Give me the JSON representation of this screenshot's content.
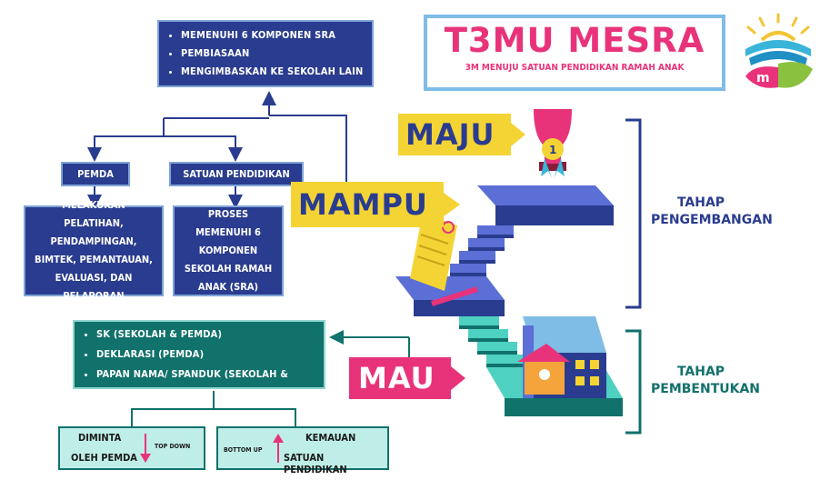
{
  "header": {
    "title": "T3MU MESRA",
    "subtitle": "3M MENUJU SATUAN PENDIDIKAN RAMAH ANAK"
  },
  "top_box": {
    "items": [
      "MEMENUHI 6 KOMPONEN SRA",
      "PEMBIASAAN",
      "MENGIMBASKAN KE SEKOLAH LAIN"
    ]
  },
  "pemda": {
    "label": "PEMDA",
    "detail": "MELAKUKAN PELATIHAN, PENDAMPINGAN, BIMTEK, PEMANTAUAN, EVALUASI, DAN PELAPORAN"
  },
  "satuan": {
    "label": "SATUAN PENDIDIKAN",
    "detail": "PROSES MEMENUHI 6 KOMPONEN SEKOLAH RAMAH ANAK (SRA)"
  },
  "stages": {
    "maju": "MAJU",
    "mampu": "MAMPU",
    "mau": "MAU"
  },
  "phases": {
    "pengembangan": "TAHAP PENGEMBANGAN",
    "pembentukan": "TAHAP PEMBENTUKAN"
  },
  "mau_box": {
    "items": [
      "SK (SEKOLAH & PEMDA)",
      "DEKLARASI (PEMDA)",
      "PAPAN NAMA/ SPANDUK (SEKOLAH & PEMDA)"
    ]
  },
  "bottom_left": {
    "line1": "DIMINTA",
    "line2": "OLEH PEMDA",
    "tag": "TOP DOWN"
  },
  "bottom_right": {
    "tag": "BOTTOM UP",
    "line1": "KEMAUAN",
    "line2": "SATUAN PENDIDIKAN"
  },
  "colors": {
    "navy": "#2a3c8f",
    "teal": "#11716b",
    "pink": "#e8337a",
    "yellow": "#f4d435"
  }
}
